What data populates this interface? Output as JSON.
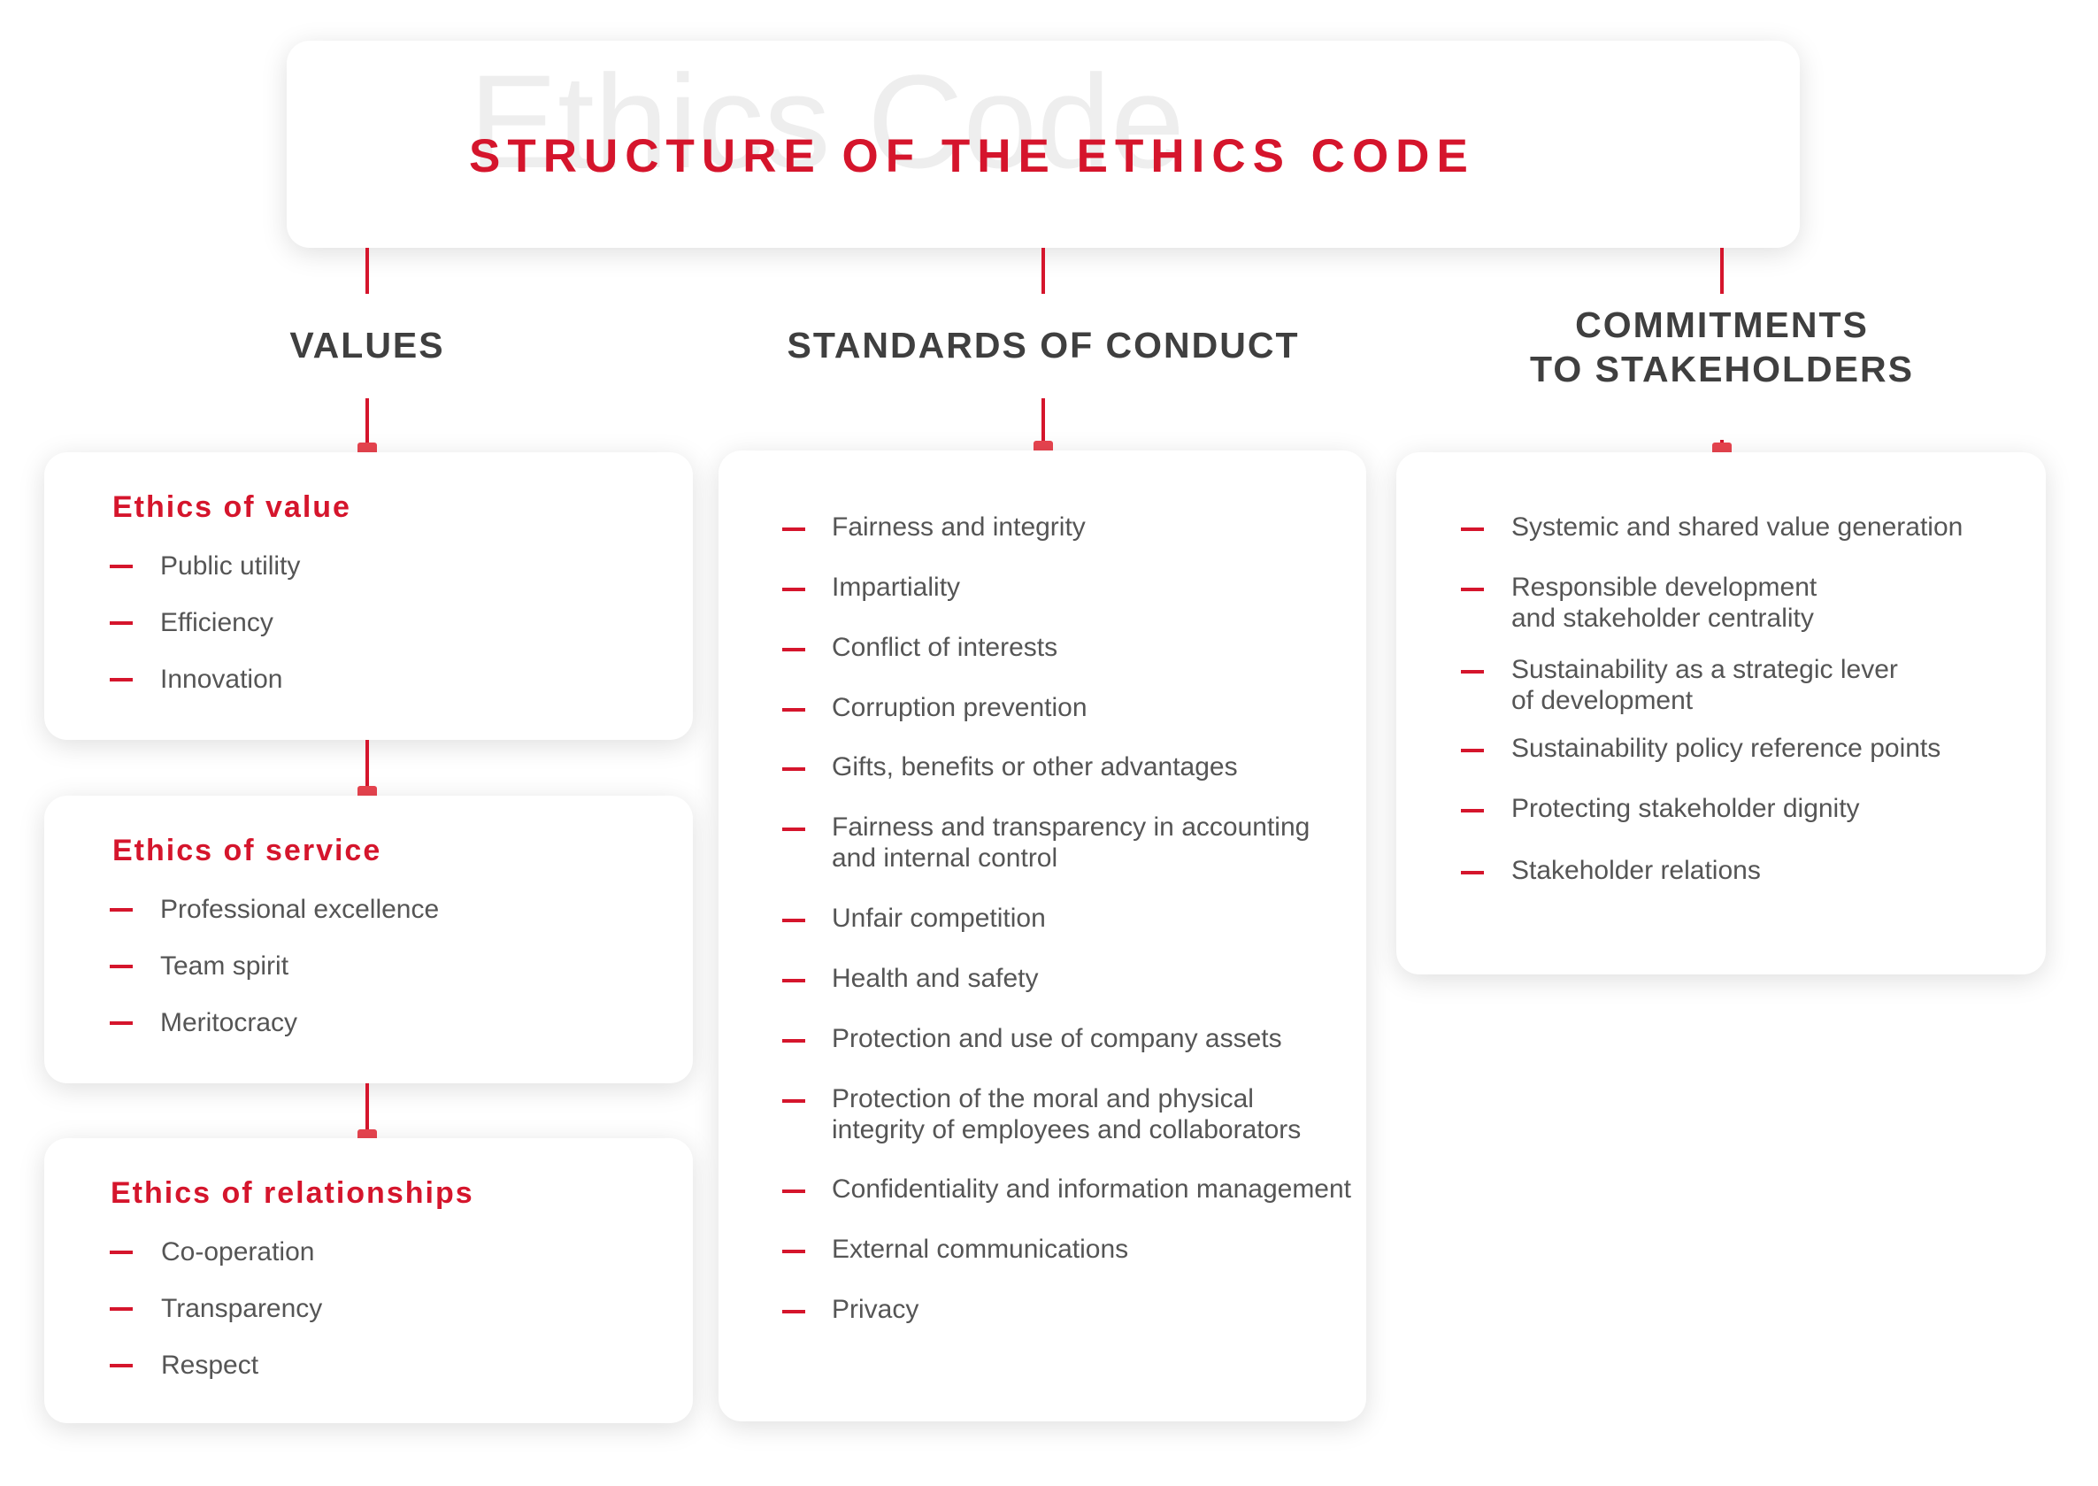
{
  "title": {
    "watermark": "Ethics Code",
    "heading": "STRUCTURE OF THE ETHICS CODE"
  },
  "columns": {
    "values": {
      "label": "VALUES"
    },
    "standards": {
      "label": "STANDARDS OF CONDUCT"
    },
    "commitments": {
      "label": "COMMITMENTS\nTO STAKEHOLDERS"
    }
  },
  "ethics_of_value": {
    "title": "Ethics of value",
    "items": [
      "Public utility",
      "Efficiency",
      "Innovation"
    ]
  },
  "ethics_of_service": {
    "title": "Ethics of service",
    "items": [
      "Professional excellence",
      "Team spirit",
      "Meritocracy"
    ]
  },
  "ethics_of_relationships": {
    "title": "Ethics of relationships",
    "items": [
      "Co-operation",
      "Transparency",
      "Respect"
    ]
  },
  "standards_items": [
    "Fairness and integrity",
    "Impartiality",
    "Conflict of interests",
    "Corruption prevention",
    "Gifts, benefits or other advantages",
    "Fairness and transparency in accounting\nand internal control",
    "Unfair competition",
    "Health and safety",
    "Protection and use of company assets",
    "Protection of the moral and physical\nintegrity of employees and collaborators",
    "Confidentiality and information management",
    "External communications",
    "Privacy"
  ],
  "commitments_items": [
    "Systemic and shared value generation",
    "Responsible development\nand stakeholder centrality",
    "Sustainability as a strategic lever\nof development",
    "Sustainability policy reference points",
    "Protecting stakeholder dignity",
    "Stakeholder relations"
  ],
  "colors": {
    "accent": "#d5152c",
    "node": "#e8444f",
    "heading": "#3f3f3f",
    "text": "#555555"
  }
}
